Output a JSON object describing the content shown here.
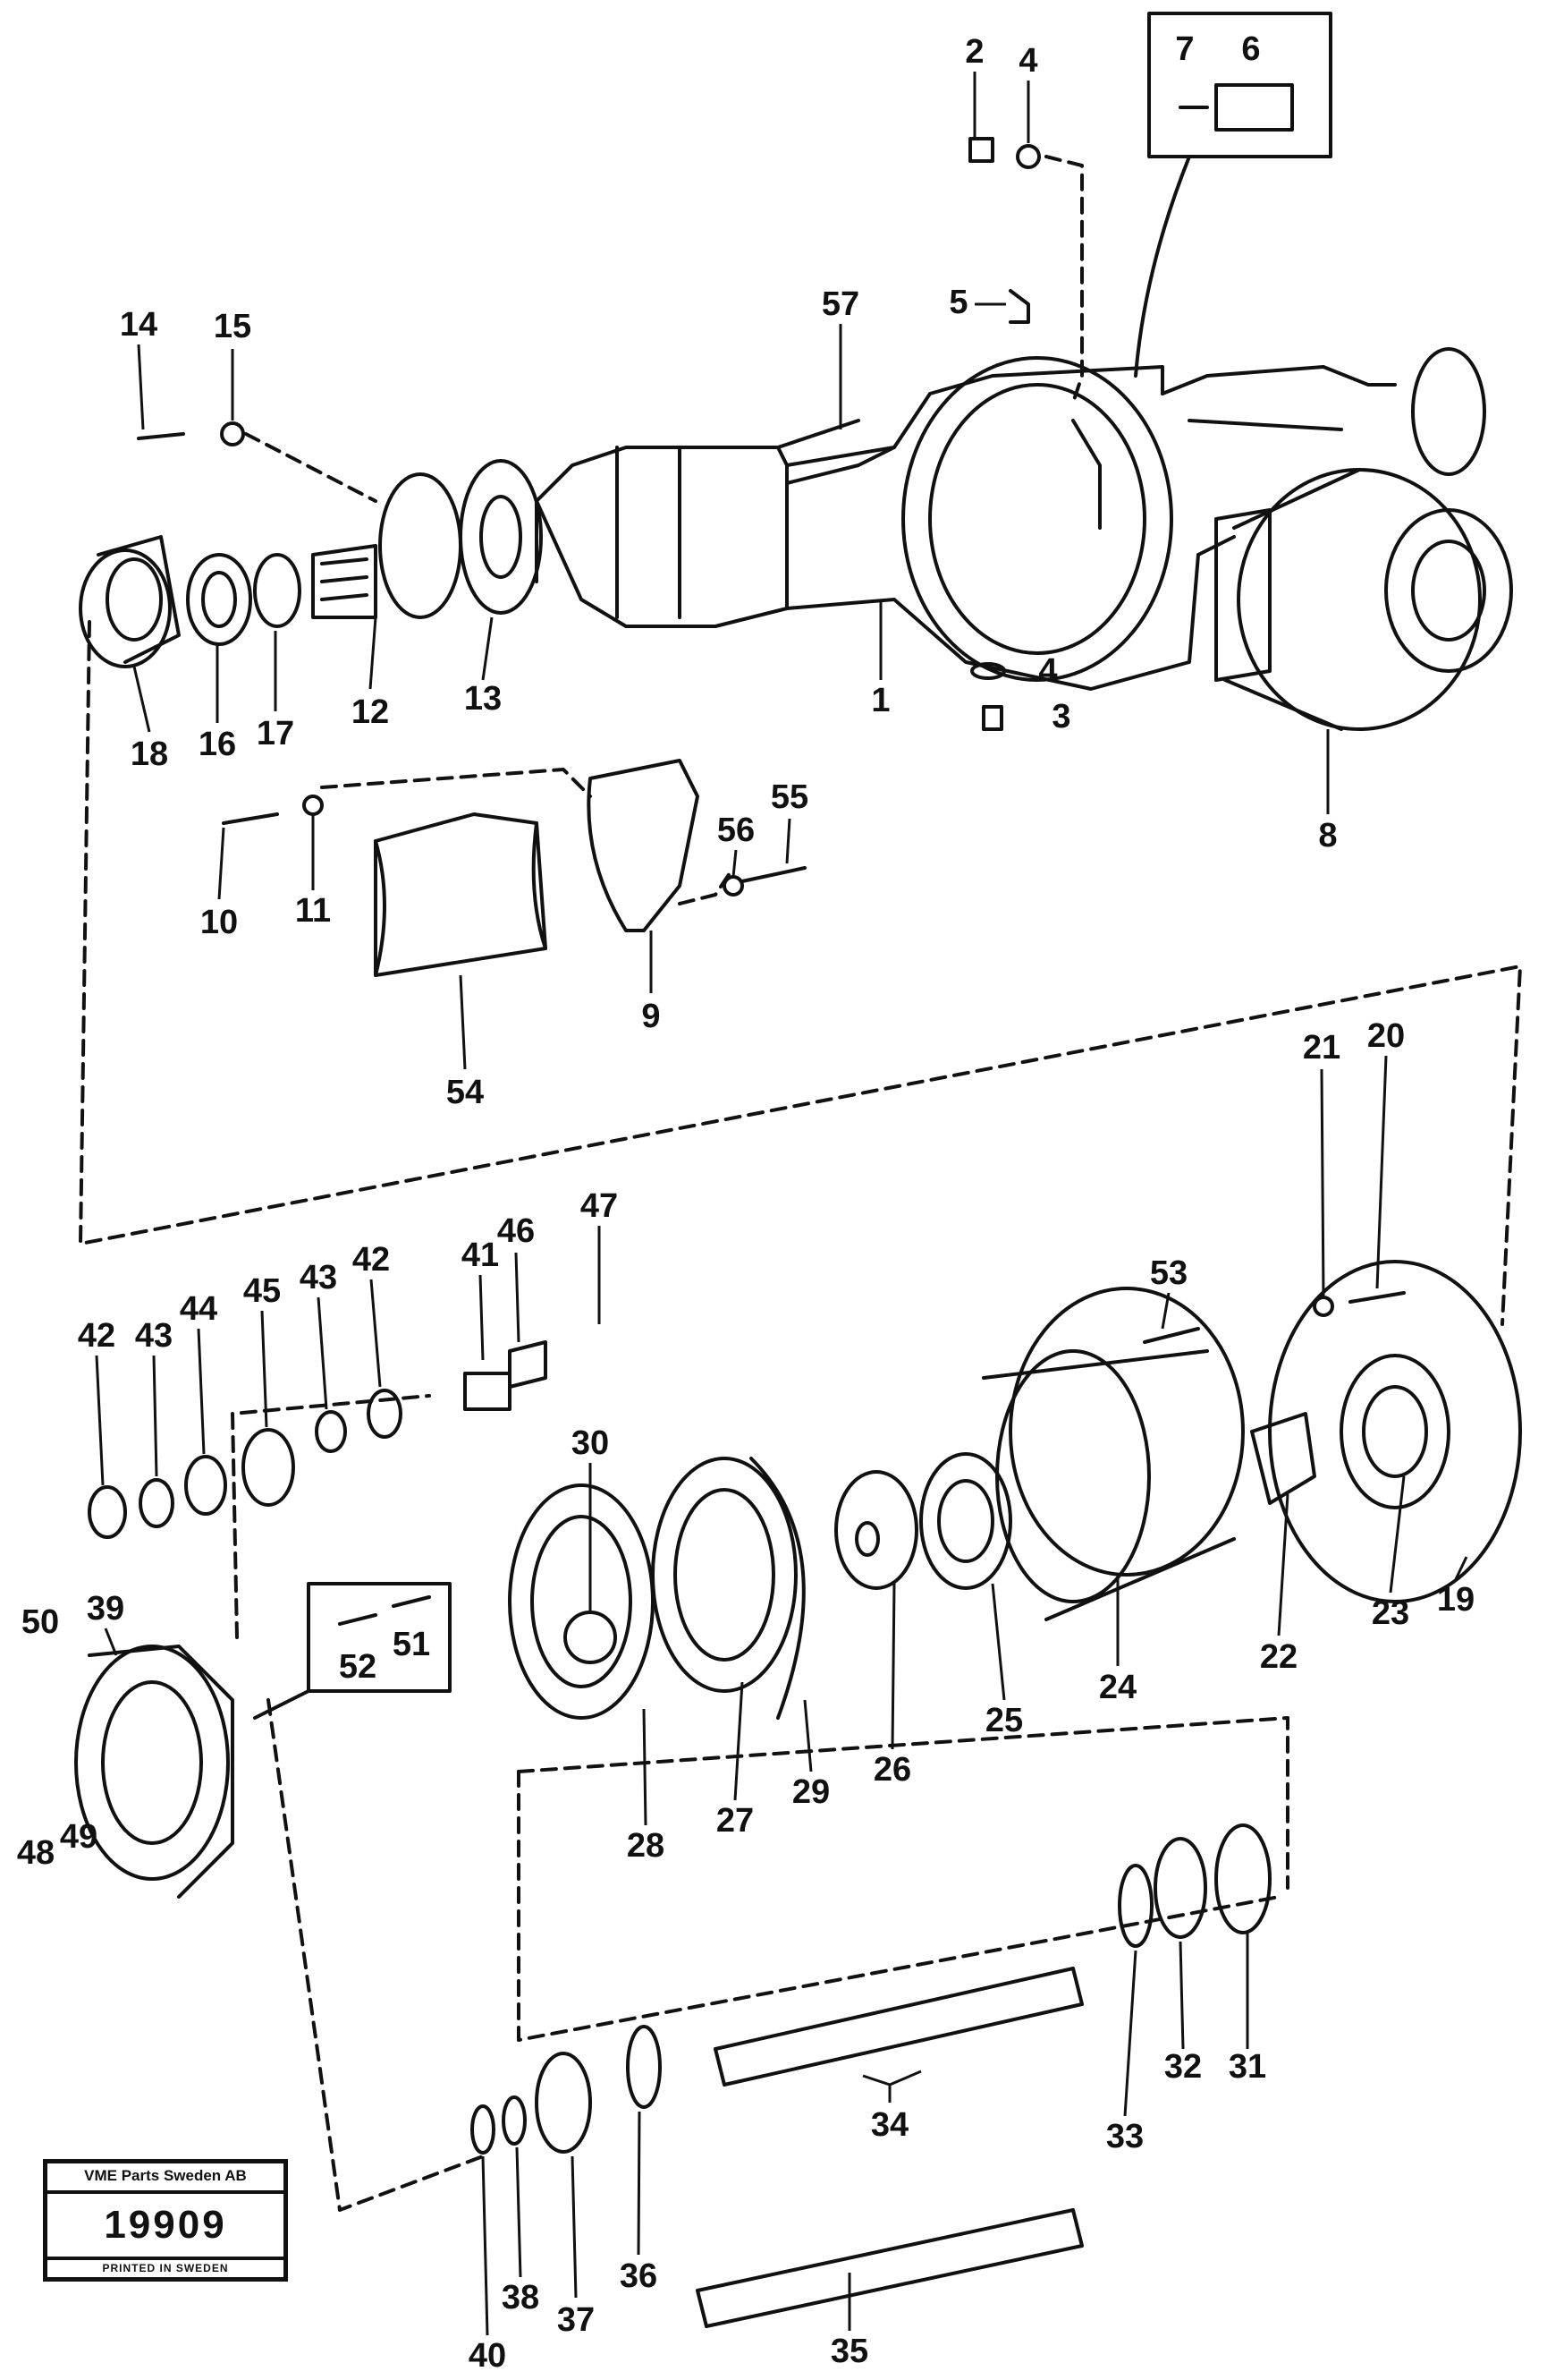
{
  "labels": {
    "p1": "1",
    "p2": "2",
    "p3": "3",
    "p4": "4",
    "p4b": "4",
    "p5": "5",
    "p6": "6",
    "p7": "7",
    "p8": "8",
    "p9": "9",
    "p10": "10",
    "p11": "11",
    "p12": "12",
    "p13": "13",
    "p14": "14",
    "p15": "15",
    "p16": "16",
    "p17": "17",
    "p18": "18",
    "p19": "19",
    "p20": "20",
    "p21": "21",
    "p22": "22",
    "p23": "23",
    "p24": "24",
    "p25": "25",
    "p26": "26",
    "p27": "27",
    "p28": "28",
    "p29": "29",
    "p30": "30",
    "p31": "31",
    "p32": "32",
    "p33": "33",
    "p34": "34",
    "p35": "35",
    "p36": "36",
    "p37": "37",
    "p38": "38",
    "p39": "39",
    "p40": "40",
    "p41": "41",
    "p42": "42",
    "p42b": "42",
    "p43": "43",
    "p43b": "43",
    "p44": "44",
    "p45": "45",
    "p46": "46",
    "p47": "47",
    "p48": "48",
    "p49": "49",
    "p50": "50",
    "p51": "51",
    "p52": "52",
    "p53": "53",
    "p54": "54",
    "p55": "55",
    "p56": "56",
    "p57": "57"
  },
  "stamp": {
    "company": "VME Parts Sweden AB",
    "number": "19909",
    "printed": "PRINTED IN SWEDEN"
  },
  "colors": {
    "ink": "#111111",
    "paper": "#ffffff"
  }
}
